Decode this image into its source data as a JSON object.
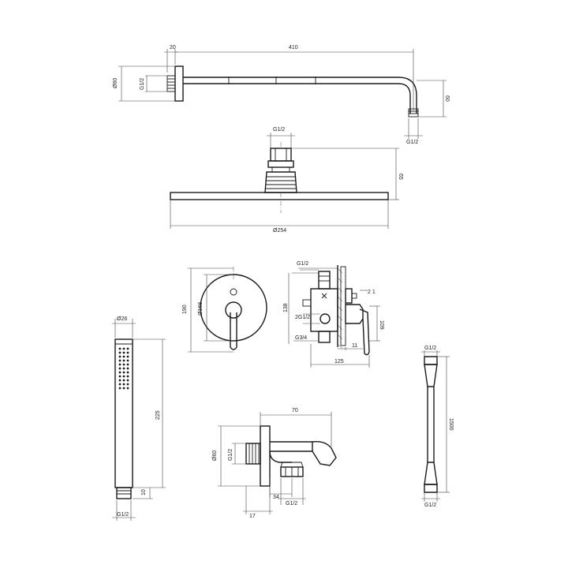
{
  "shower_arm": {
    "length": "410",
    "flange_thickness": "20",
    "flange_diameter": "Ø60",
    "thread_inlet": "G1/2",
    "drop_height": "60",
    "thread_outlet": "G1/2"
  },
  "shower_head": {
    "thread": "G1/2",
    "height": "65",
    "diameter": "Ø254"
  },
  "faceplate": {
    "height": "190",
    "diameter": "Ø168"
  },
  "mixer_body": {
    "thread_top": "G1/2",
    "depth_label": "138",
    "ports": "2G1/2",
    "thread_bottom": "G3/4",
    "width": "125",
    "min_depth": "11",
    "max_depth": "109",
    "position_marks": "2 1"
  },
  "hand_shower": {
    "diameter": "Ø26",
    "length": "225",
    "connector_length": "10",
    "thread": "G1/2"
  },
  "wall_outlet": {
    "length": "70",
    "flange_diameter": "Ø60",
    "thread_inlet": "G1/2",
    "offset": "34",
    "flange_thickness": "17",
    "thread_outlet": "G1/2"
  },
  "hose": {
    "thread_top": "G1/2",
    "length": "1500",
    "thread_bottom": "G1/2"
  }
}
